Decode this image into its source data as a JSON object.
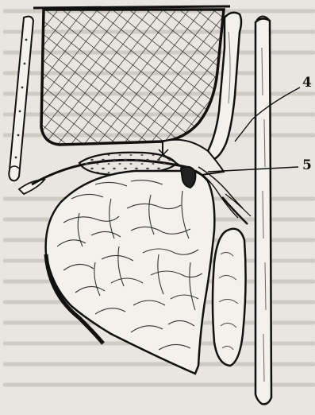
{
  "figure": {
    "labels": [
      {
        "id": "4",
        "text": "4"
      },
      {
        "id": "5",
        "text": "5"
      }
    ]
  }
}
